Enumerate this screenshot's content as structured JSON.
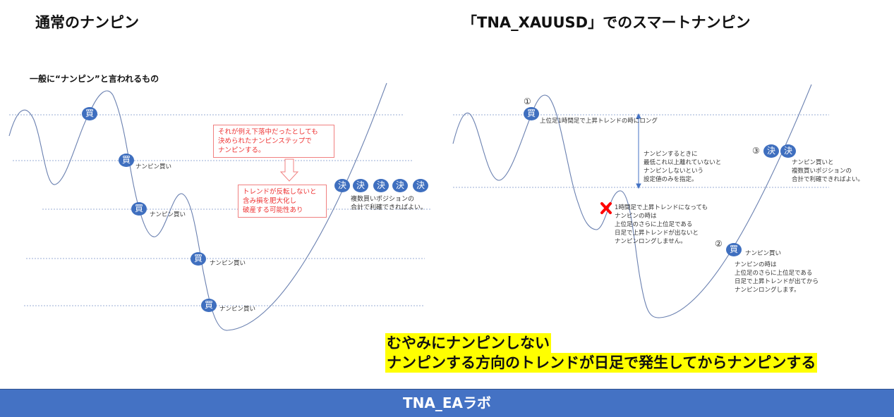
{
  "left": {
    "title": "通常のナンピン",
    "subtitle": "一般に“ナンピン”と言われるもの",
    "buy_badge": "買",
    "close_badge": "決",
    "nanpin_buy": "ナンピン買い",
    "note_red1": "それが例え下落中だったとしても\n決められたナンピンステップで\nナンピンする。",
    "note_red2": "トレンドが反転しないと\n含み損を肥大化し\n破産する可能性あり",
    "note_close": "複数買いポジションの\n合計で利確できればよい。"
  },
  "right": {
    "title": "「TNA_XAUUSD」でのスマートナンピン",
    "buy_badge": "買",
    "close_badge": "決",
    "num1": "①",
    "num2": "②",
    "num3": "③",
    "note_long": "上位足1時間足で上昇トレンドの時にロング",
    "note_distance": "ナンピンするときに\n最低これ以上離れていないと\nナンピンしないという\n設定値のみを指定。",
    "note_x": "1時間足で上昇トレンドになっても\nナンピンの時は\n上位足のさらに上位足である\n日足で上昇トレンドが出ないと\nナンピンロングしません。",
    "nanpin_buy": "ナンピン買い",
    "note_2": "ナンピンの時は\n上位足のさらに上位足である\n日足で上昇トレンドが出てから\nナンピンロングします。",
    "note_3": "ナンピン買いと\n複数買いポジションの\n合計で利確できればよい。"
  },
  "highlight": {
    "line1": "むやみにナンピンしない",
    "line2": "ナンピンする方向のトレンドが日足で発生してからナンピンする"
  },
  "footer": {
    "label": "TNA_EAラボ"
  },
  "colors": {
    "badge": "#3f6fbf",
    "footer": "#4472c4",
    "highlight": "#ffff00",
    "red": "#ee3333",
    "curve": "#6a80b0"
  }
}
